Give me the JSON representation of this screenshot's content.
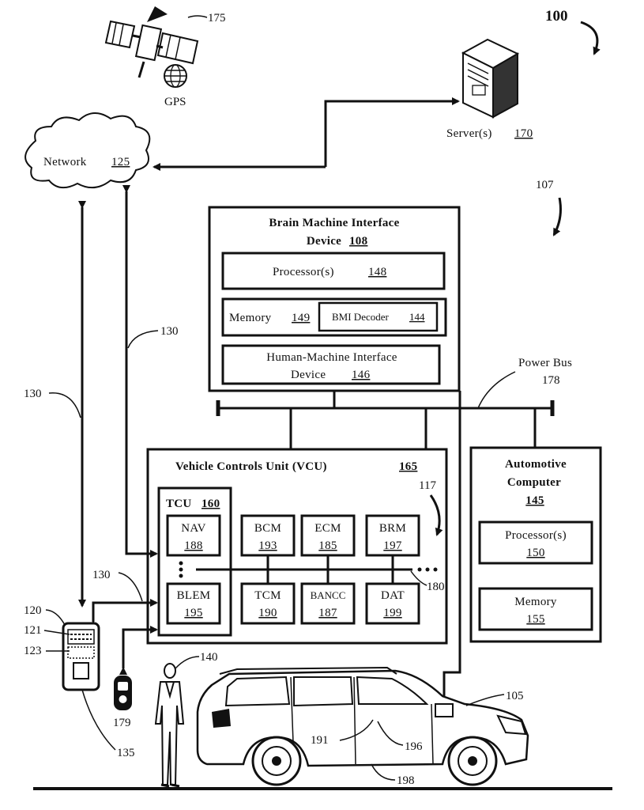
{
  "figure": {
    "number": "100",
    "ref_107": "107",
    "ref_117": "117"
  },
  "gps": {
    "label": "GPS",
    "ref": "175"
  },
  "server": {
    "label": "Server(s)",
    "ref": "170"
  },
  "network": {
    "label": "Network",
    "ref": "125"
  },
  "link_ref": "130",
  "bmi": {
    "title_line1": "Brain Machine Interface",
    "title_line2": "Device",
    "ref": "108",
    "processor": {
      "label": "Processor(s)",
      "ref": "148"
    },
    "memory": {
      "label": "Memory",
      "ref": "149"
    },
    "decoder": {
      "label": "BMI Decoder",
      "ref": "144"
    },
    "hmi": {
      "line1": "Human-Machine Interface",
      "line2": "Device",
      "ref": "146"
    }
  },
  "power_bus": {
    "line1": "Power Bus",
    "ref": "178"
  },
  "vcu": {
    "title": "Vehicle Controls Unit (VCU)",
    "ref": "165",
    "tcu": {
      "label": "TCU",
      "ref": "160"
    },
    "modules": [
      {
        "label": "NAV",
        "ref": "188"
      },
      {
        "label": "BCM",
        "ref": "193"
      },
      {
        "label": "ECM",
        "ref": "185"
      },
      {
        "label": "BRM",
        "ref": "197"
      },
      {
        "label": "BLEM",
        "ref": "195"
      },
      {
        "label": "TCM",
        "ref": "190"
      },
      {
        "label": "BANCC",
        "ref": "187"
      },
      {
        "label": "DAT",
        "ref": "199"
      }
    ],
    "bus_ref": "180"
  },
  "auto_computer": {
    "line1": "Automotive",
    "line2": "Computer",
    "ref": "145",
    "processor": {
      "label": "Processor(s)",
      "ref": "150"
    },
    "memory": {
      "label": "Memory",
      "ref": "155"
    }
  },
  "mobile": {
    "ref_device": "120",
    "ref_121": "121",
    "ref_123": "123",
    "ref_135": "135"
  },
  "fob": {
    "ref": "179"
  },
  "user": {
    "ref": "140"
  },
  "vehicle": {
    "ref": "105",
    "ref_191": "191",
    "ref_196": "196",
    "ref_198": "198"
  }
}
